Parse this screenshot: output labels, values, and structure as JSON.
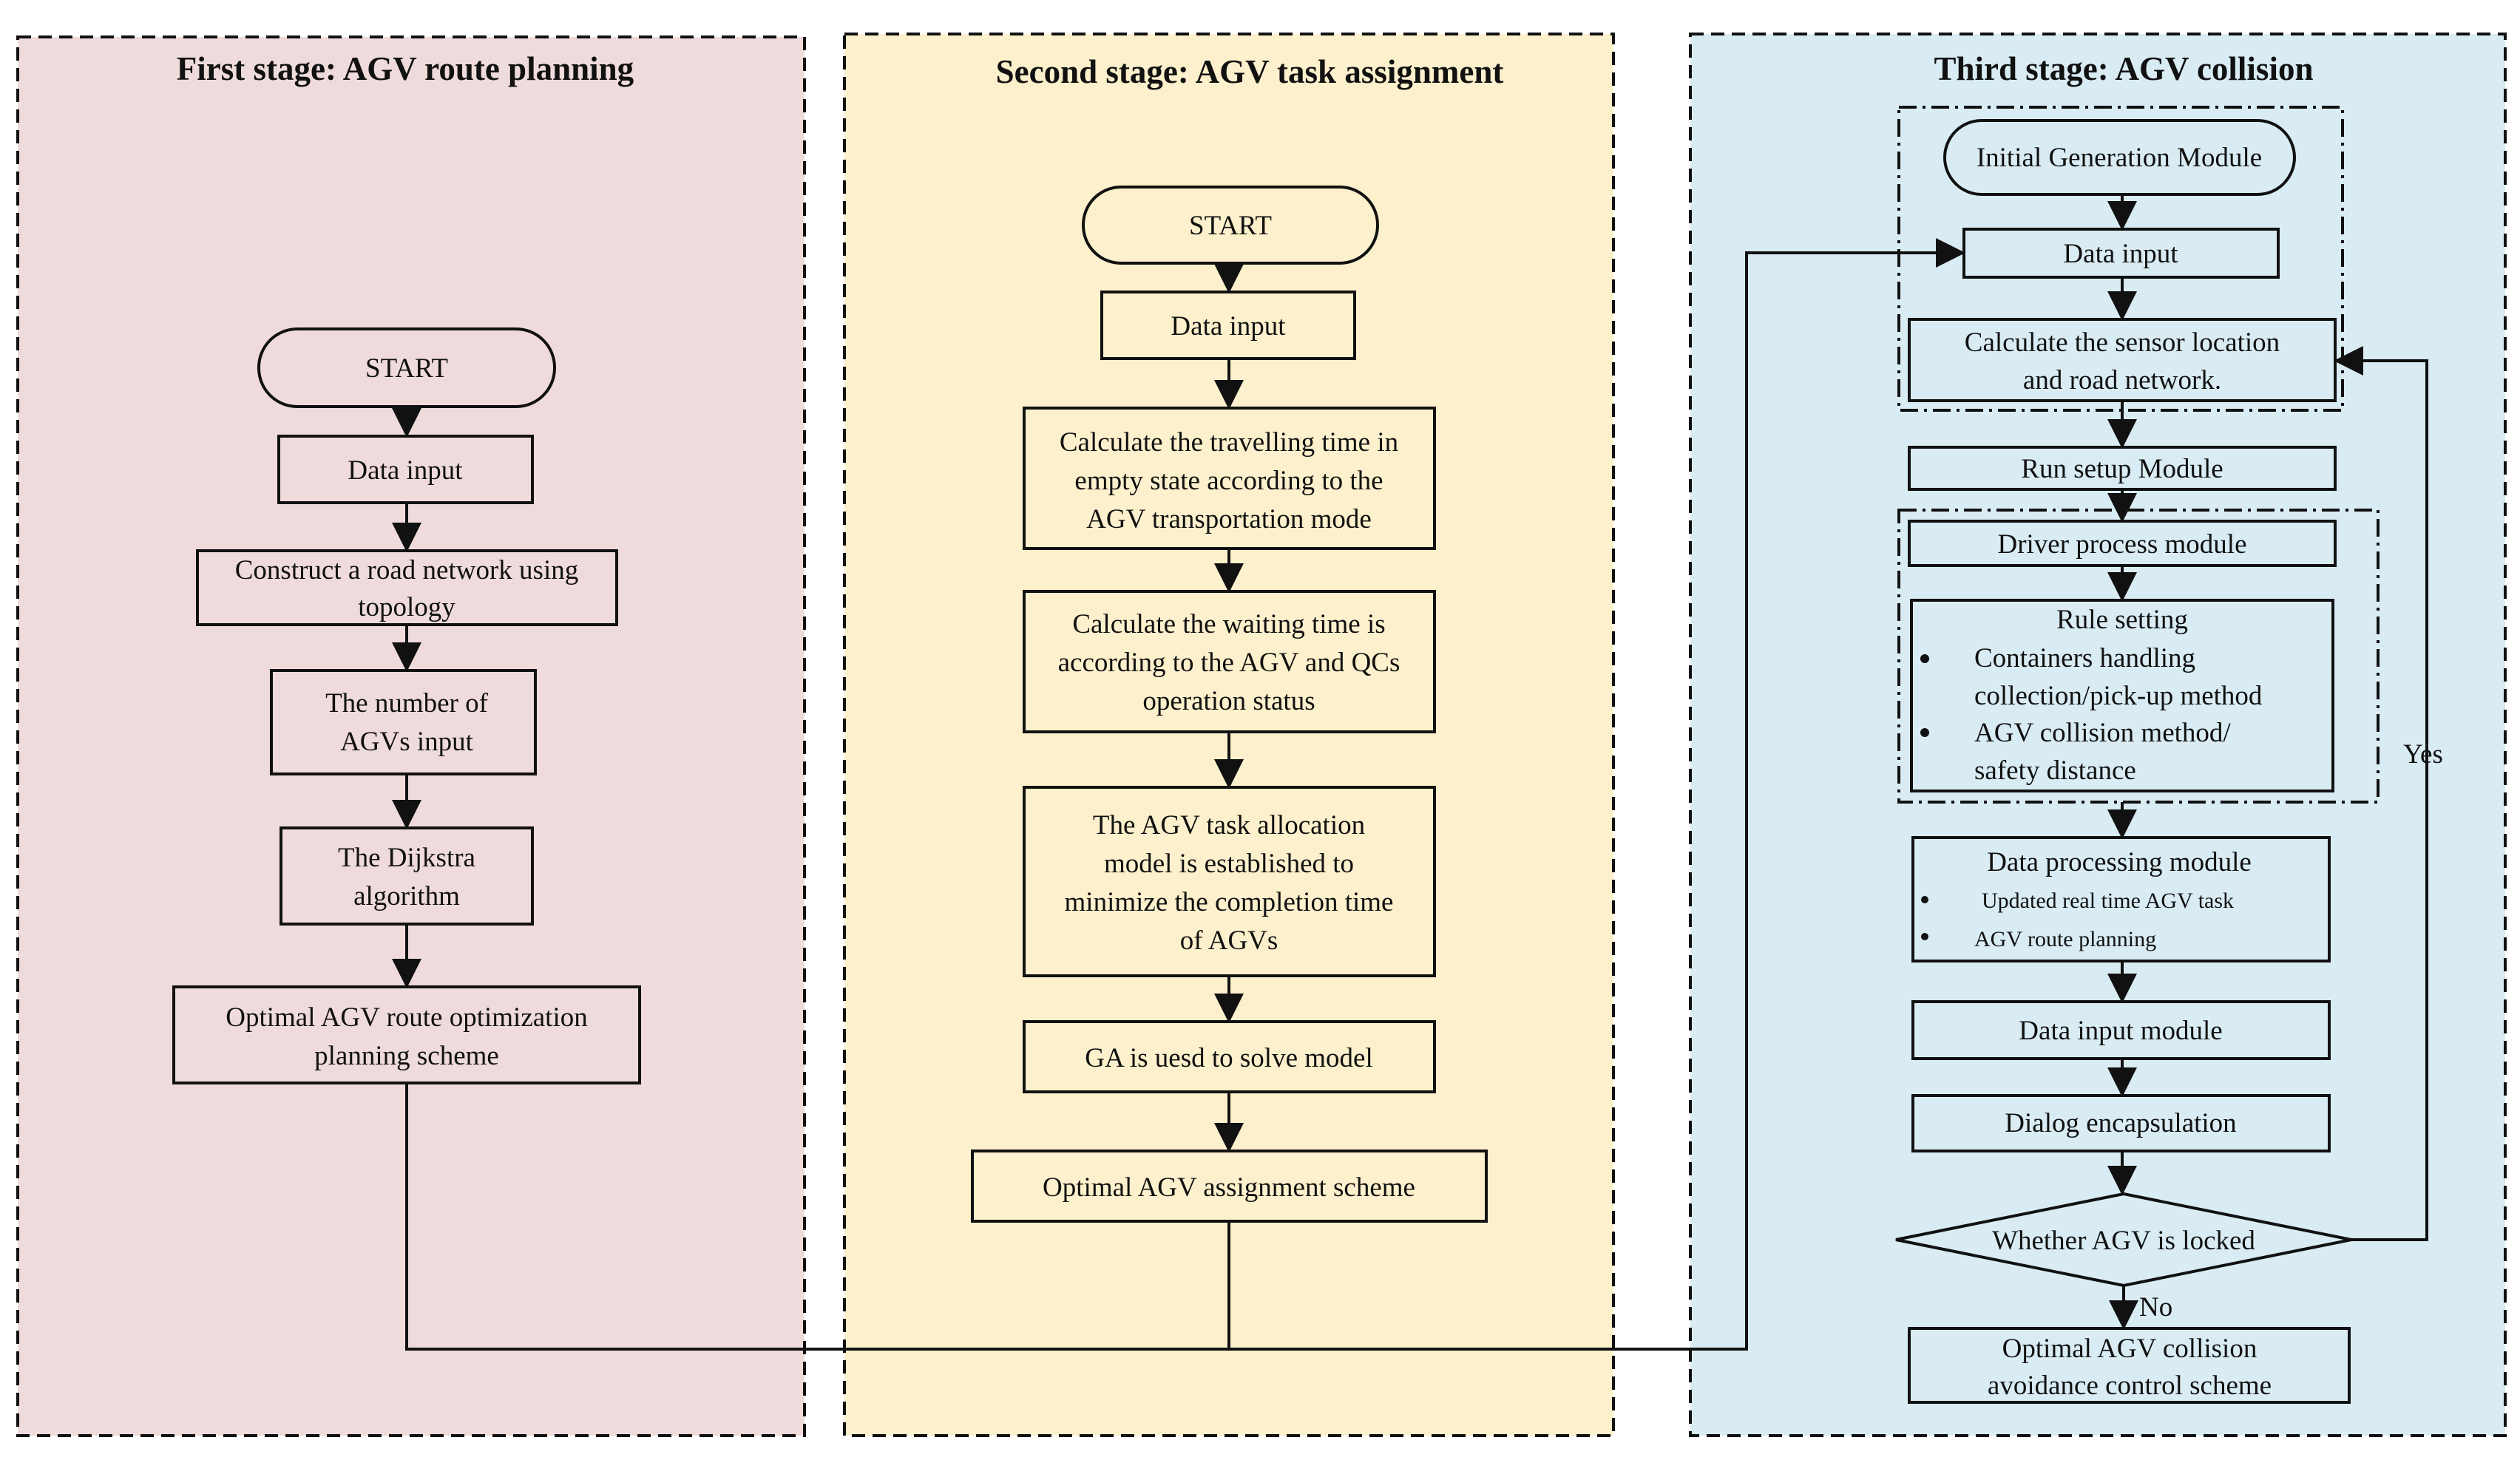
{
  "colors": {
    "stage1_bg": "#efdbdb",
    "stage2_bg": "#fdf0cc",
    "stage3_bg": "#d9ecf4",
    "stroke": "#111111"
  },
  "stage1": {
    "title": "First stage: AGV route planning",
    "start": "START",
    "data_input": "Data input",
    "road_network_l1": "Construct a road network using",
    "road_network_l2": "topology",
    "agv_count_l1": "The number of",
    "agv_count_l2": "AGVs input",
    "dijkstra_l1": "The Dijkstra",
    "dijkstra_l2": "algorithm",
    "optimal_l1": "Optimal AGV route optimization",
    "optimal_l2": "planning scheme"
  },
  "stage2": {
    "title": "Second stage: AGV task assignment",
    "start": "START",
    "data_input": "Data input",
    "travel_l1": "Calculate the travelling time in",
    "travel_l2": "empty state according to the",
    "travel_l3": "AGV transportation mode",
    "waiting_l1": "Calculate the waiting time is",
    "waiting_l2": "according to the AGV and QCs",
    "waiting_l3": "operation status",
    "model_l1": "The AGV task allocation",
    "model_l2": "model is established to",
    "model_l3": "minimize the completion time",
    "model_l4": "of AGVs",
    "ga": "GA is uesd to solve model",
    "optimal": "Optimal AGV assignment scheme"
  },
  "stage3": {
    "title": "Third stage: AGV collision",
    "initial": "Initial Generation Module",
    "data_input": "Data input",
    "sensor_l1": "Calculate the sensor location",
    "sensor_l2": "and road network.",
    "run_setup": "Run setup Module",
    "driver": "Driver process module",
    "rule_title": "Rule setting",
    "rule_b1_l1": "Containers handling",
    "rule_b1_l2": "collection/pick-up method",
    "rule_b2_l1": "AGV collision method/",
    "rule_b2_l2": "safety distance",
    "processing_title": "Data  processing module",
    "processing_b1": "Updated real time AGV task",
    "processing_b2": "AGV route planning",
    "data_input_module": "Data input module",
    "dialog": "Dialog encapsulation",
    "decision": "Whether AGV is locked",
    "yes": "Yes",
    "no": "No",
    "optimal_l1": "Optimal AGV collision",
    "optimal_l2": "avoidance control scheme"
  }
}
